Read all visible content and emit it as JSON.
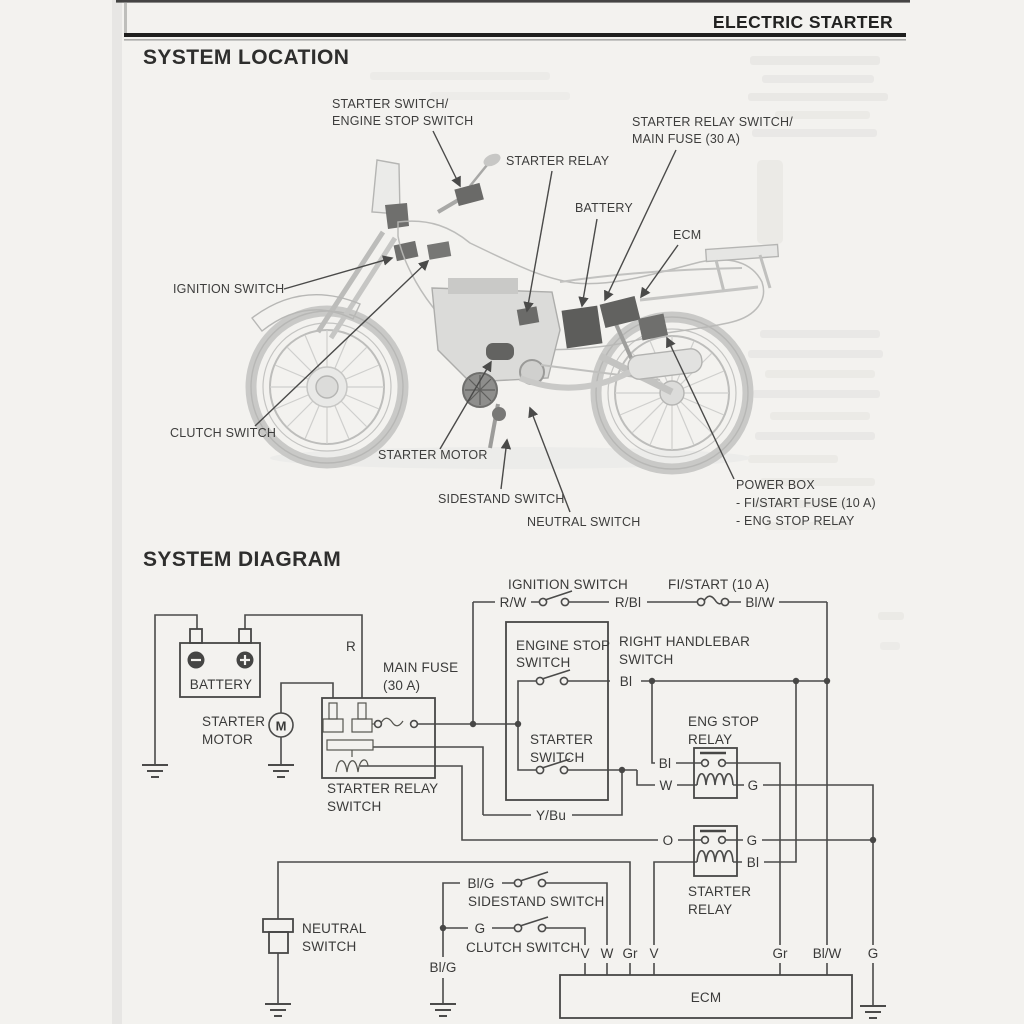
{
  "page": {
    "header_title": "ELECTRIC STARTER",
    "section_location": "SYSTEM LOCATION",
    "section_diagram": "SYSTEM DIAGRAM"
  },
  "location": {
    "starter_switch_line1": "STARTER SWITCH/",
    "starter_switch_line2": "ENGINE STOP SWITCH",
    "starter_relay": "STARTER RELAY",
    "starter_relay_switch_line1": "STARTER RELAY SWITCH/",
    "starter_relay_switch_line2": "MAIN FUSE (30 A)",
    "battery": "BATTERY",
    "ecm": "ECM",
    "ignition_switch": "IGNITION SWITCH",
    "clutch_switch": "CLUTCH SWITCH",
    "starter_motor": "STARTER MOTOR",
    "sidestand_switch": "SIDESTAND SWITCH",
    "neutral_switch": "NEUTRAL SWITCH",
    "power_box_line1": "POWER BOX",
    "power_box_line2": "- FI/START FUSE (10 A)",
    "power_box_line3": "- ENG STOP RELAY"
  },
  "diagram": {
    "battery": "BATTERY",
    "starter_motor_line1": "STARTER",
    "starter_motor_line2": "MOTOR",
    "motor_symbol": "M",
    "main_fuse_line1": "MAIN FUSE",
    "main_fuse_line2": "(30 A)",
    "starter_relay_switch_line1": "STARTER RELAY",
    "starter_relay_switch_line2": "SWITCH",
    "ignition_switch": "IGNITION SWITCH",
    "fi_start_fuse": "FI/START (10 A)",
    "right_handlebar_line1": "RIGHT HANDLEBAR",
    "right_handlebar_line2": "SWITCH",
    "engine_stop_switch_line1": "ENGINE STOP",
    "engine_stop_switch_line2": "SWITCH",
    "starter_switch_line1": "STARTER",
    "starter_switch_line2": "SWITCH",
    "eng_stop_relay_line1": "ENG STOP",
    "eng_stop_relay_line2": "RELAY",
    "starter_relay_line1": "STARTER",
    "starter_relay_line2": "RELAY",
    "neutral_switch_line1": "NEUTRAL",
    "neutral_switch_line2": "SWITCH",
    "sidestand_switch": "SIDESTAND SWITCH",
    "clutch_switch": "CLUTCH SWITCH",
    "ecm": "ECM",
    "wires": {
      "r": "R",
      "rw": "R/W",
      "rbl": "R/Bl",
      "blw": "Bl/W",
      "bl": "Bl",
      "ybu": "Y/Bu",
      "esr_bl": "Bl",
      "esr_w": "W",
      "esr_g": "G",
      "sr_o": "O",
      "sr_g": "G",
      "sr_bl": "Bl",
      "blg_sidestand": "Bl/G",
      "g_clutch": "G",
      "blg_ground": "Bl/G"
    },
    "ecm_pins": {
      "p1": "V",
      "p2": "W",
      "p3": "Gr",
      "p4": "V",
      "p5": "Gr",
      "p6": "Bl/W",
      "p7": "G"
    }
  }
}
